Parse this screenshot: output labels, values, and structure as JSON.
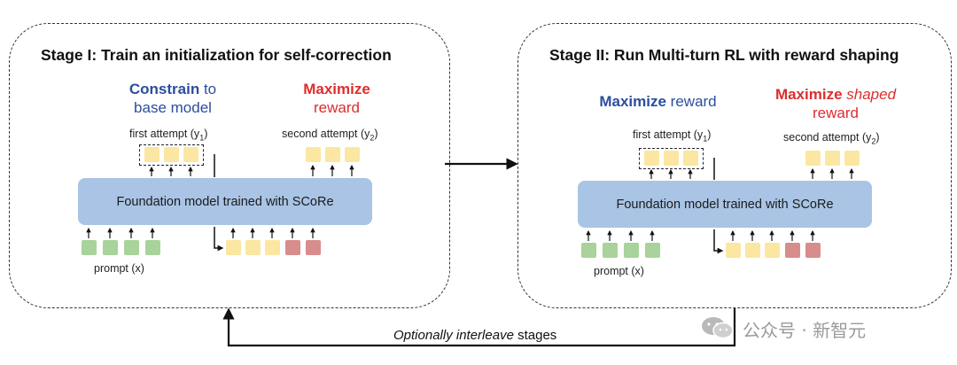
{
  "stage1": {
    "title": "Stage I: Train an initialization for self-correction",
    "left_head": {
      "strong": "Constrain",
      "rest": "to",
      "line2": "base model"
    },
    "right_head": {
      "strong": "Maximize",
      "line2": "reward"
    },
    "first_attempt": "first attempt (y",
    "second_attempt": "second attempt (y",
    "model": "Foundation model trained with SCoRe",
    "prompt": "prompt (x)"
  },
  "stage2": {
    "title": "Stage II: Run Multi-turn RL with reward shaping",
    "left_head": {
      "strong": "Maximize",
      "rest": "reward"
    },
    "right_head": {
      "strong": "Maximize",
      "em": "shaped",
      "line2": "reward"
    },
    "first_attempt": "first attempt (y",
    "second_attempt": "second attempt (y",
    "model": "Foundation model trained with SCoRe",
    "prompt": "prompt (x)"
  },
  "subscripts": {
    "one": "1",
    "two": "2",
    "close": ")"
  },
  "interleave": {
    "em": "Optionally interleave",
    "rest": "stages"
  },
  "watermark": "公众号 · 新智元",
  "colors": {
    "blue": "#2b4e9e",
    "red": "#dd2d2d",
    "model": "#a9c4e4",
    "token_yellow": "#fbe7a1",
    "token_red": "#d78d8b",
    "token_green": "#a8d39a"
  }
}
